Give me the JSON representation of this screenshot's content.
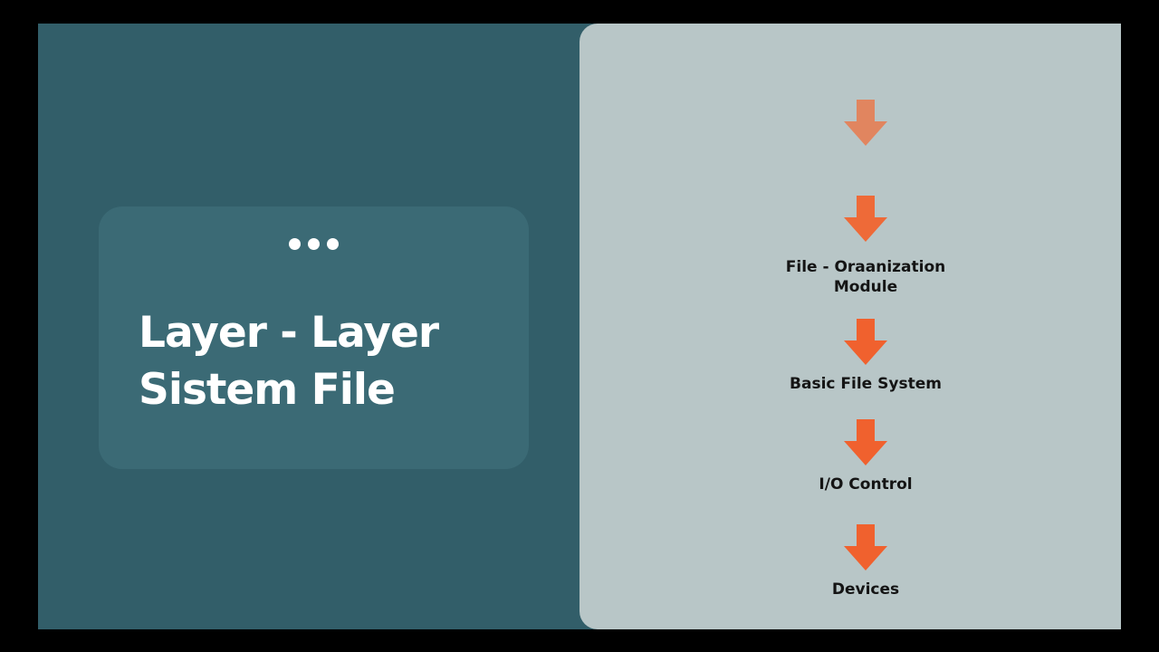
{
  "slide": {
    "title_line1": "Layer - Layer",
    "title_line2": "Sistem File"
  },
  "diagram": {
    "layers": [
      {
        "label": ""
      },
      {
        "label": "File - Oraanization\nModule"
      },
      {
        "label": "Basic File System"
      },
      {
        "label": "I/O Control"
      },
      {
        "label": "Devices"
      }
    ]
  },
  "colors": {
    "background": "#325e69",
    "card": "#3b6a75",
    "panel": "#b8c6c7",
    "arrow": "#f0612e",
    "arrow_faded": "#e97a4e",
    "text_dark": "#141414",
    "text_light": "#ffffff"
  },
  "icons": {
    "dots": "ellipsis-icon",
    "arrow": "arrow-down-icon"
  }
}
